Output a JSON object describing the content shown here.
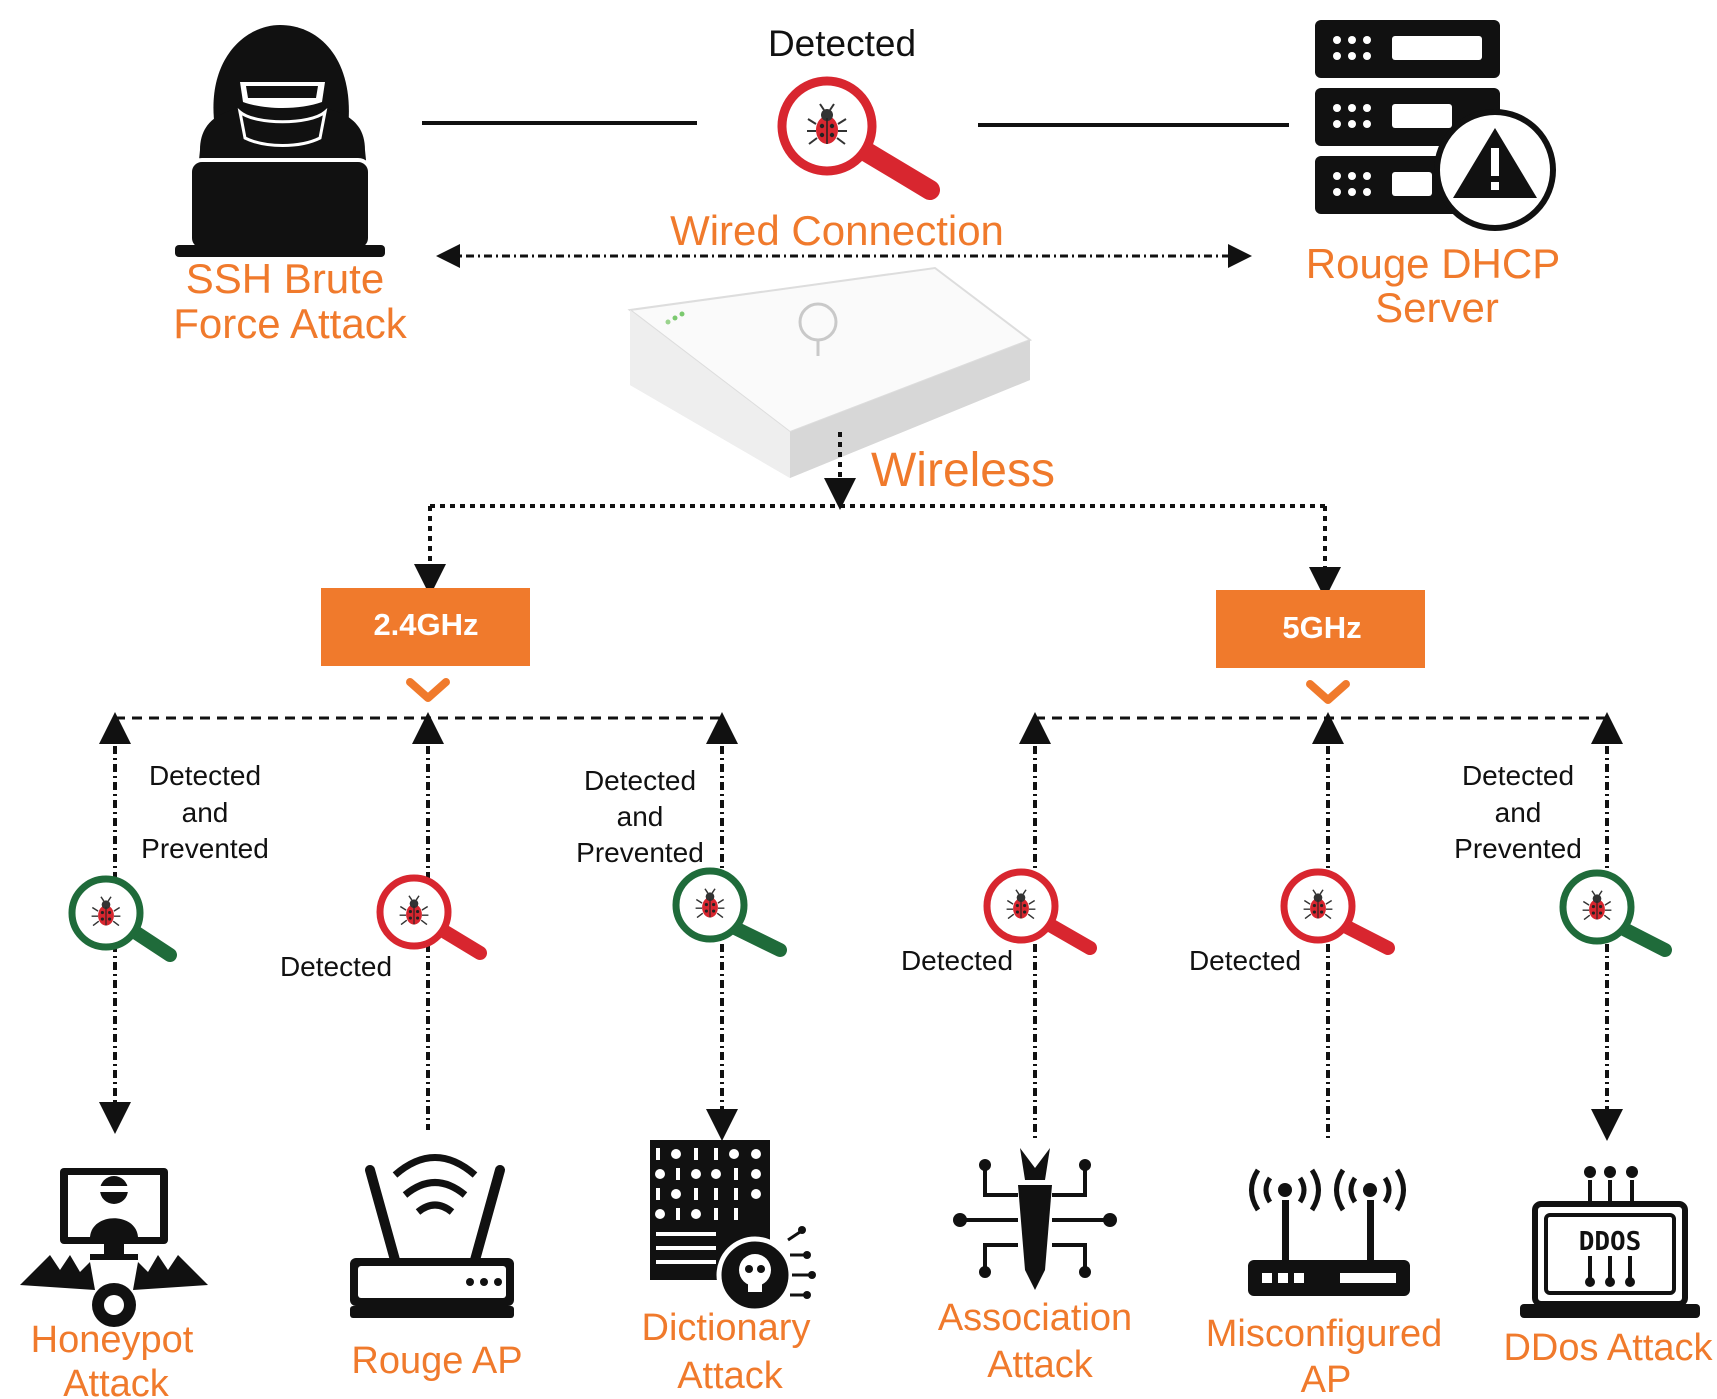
{
  "colors": {
    "accent_orange": "#f07a2c",
    "detected_red": "#d8262f",
    "prevented_green": "#1f6b3a",
    "line": "#111111"
  },
  "top": {
    "attacker_label_line1": "SSH Brute",
    "attacker_label_line2": "Force Attack",
    "server_label_line1": "Rouge DHCP",
    "server_label_line2": "Server",
    "status_detected": "Detected",
    "wired_label": "Wired Connection",
    "wireless_label": "Wireless"
  },
  "bands": {
    "left": "2.4GHz",
    "right": "5GHz"
  },
  "statuses": {
    "detected": "Detected",
    "prevented_line1": "Detected",
    "prevented_line2": "and",
    "prevented_line3": "Prevented"
  },
  "attacks": {
    "honeypot": {
      "line1": "Honeypot",
      "line2": "Attack",
      "icon": "honeypot-icon",
      "status": "Detected and Prevented"
    },
    "rouge_ap": {
      "line1": "Rouge AP",
      "icon": "router-icon",
      "status": "Detected"
    },
    "dictionary": {
      "line1": "Dictionary",
      "line2": "Attack",
      "icon": "dictionary-icon",
      "status": "Detected and Prevented"
    },
    "association": {
      "line1": "Association",
      "line2": "Attack",
      "icon": "bug-chip-icon",
      "status": "Detected"
    },
    "misconfigured": {
      "line1": "Misconfigured",
      "line2": "AP",
      "icon": "wifi-router-icon",
      "status": "Detected"
    },
    "ddos": {
      "line1": "DDos Attack",
      "icon": "ddos-laptop-icon",
      "status": "Detected and Prevented"
    }
  },
  "icons": {
    "ddos_screen_text": "DDOS"
  }
}
